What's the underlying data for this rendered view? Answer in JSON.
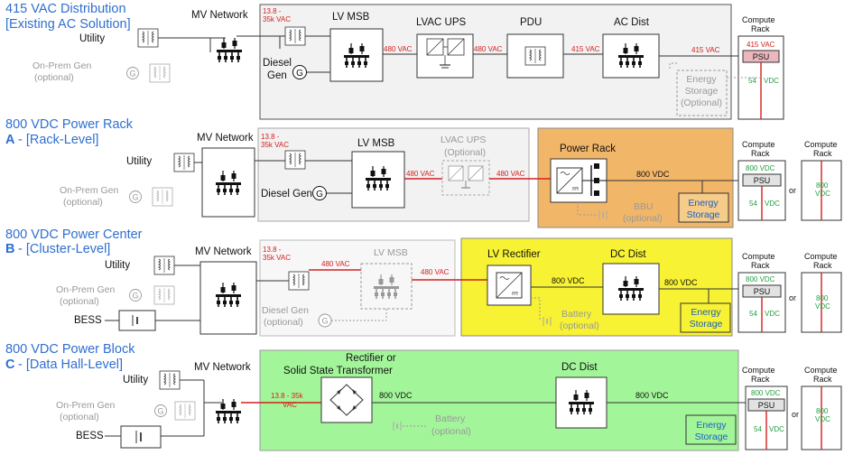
{
  "sections": {
    "a": {
      "title1": "415 VAC Distribution",
      "title2": "[Existing AC Solution]"
    },
    "b": {
      "title1": "800 VDC Power Rack",
      "letter": "A",
      "title2": "- [Rack-Level]"
    },
    "c": {
      "title1": "800 VDC Power Center",
      "letter": "B",
      "title2": "- [Cluster-Level]"
    },
    "d": {
      "title1": "800 VDC Power Block",
      "letter": "C",
      "title2": "- [Data Hall-Level]"
    }
  },
  "labels": {
    "utility": "Utility",
    "on_prem_gen": "On-Prem Gen",
    "optional_paren": "(optional)",
    "bess": "BESS",
    "mv_network": "MV Network",
    "lv_msb": "LV MSB",
    "diesel_gen": "Diesel Gen",
    "diesel": "Diesel",
    "gen": "Gen",
    "lvac_ups": "LVAC UPS",
    "lvac_ups_opt": "(Optional)",
    "pdu": "PDU",
    "ac_dist": "AC Dist",
    "compute_rack": "Compute Rack",
    "compute": "Compute",
    "rack": "Rack",
    "psu": "PSU",
    "energy": "Energy",
    "storage": "Storage",
    "storage_opt": "(Optional)",
    "energy_storage": "Energy Storage",
    "power_rack": "Power Rack",
    "bbu": "BBU",
    "lv_rectifier": "LV Rectifier",
    "dc_dist": "DC Dist",
    "battery": "Battery",
    "rectifier_or": "Rectifier or",
    "sst": "Solid State Transformer",
    "or": "or",
    "g": "G"
  },
  "voltages": {
    "mv_range_a": "13.8 -",
    "mv_range_b": "35k VAC",
    "mv_inline_a": "13.8 - 35k",
    "mv_inline_b": "VAC",
    "v480": "480 VAC",
    "v415": "415 VAC",
    "v54": "54",
    "vdc": "VDC",
    "v800": "800 VDC",
    "v800_rack": "800",
    "v54_vdc": "54 VDC"
  },
  "colors": {
    "title": "#2f6fd0",
    "voltage_ac": "#d42020",
    "voltage_dc_low": "#22a040",
    "power_rack_fill": "#f2b668",
    "power_center_fill": "#f7f233",
    "power_block_fill": "#a3f59a",
    "storage_fill": "#f5cc8a",
    "psu_fill_ac": "#eab7bf",
    "legacy_box_fill": "#f2f2f2",
    "energy_text": "#1a5fc0"
  }
}
